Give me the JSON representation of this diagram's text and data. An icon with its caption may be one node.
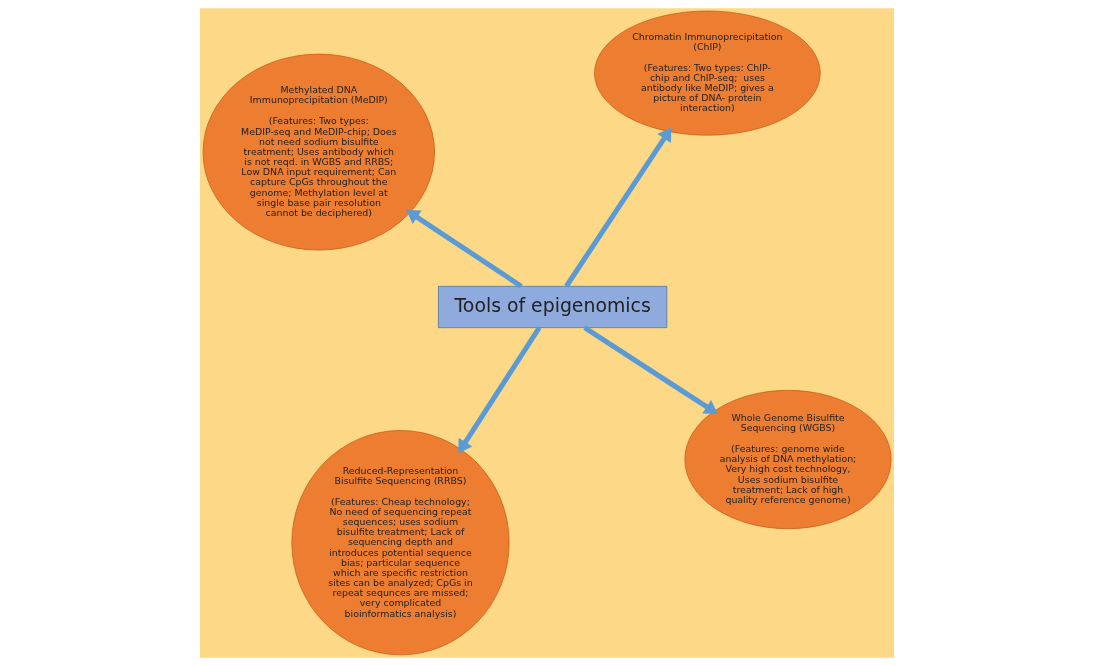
{
  "diagram": {
    "nodes": [
      {
        "text": [
          "Tools of epigenomics"
        ]
      },
      {
        "text": [
          "Whole Genome Bisulfite Sequencing (WGBS)",
          "(Features: genome wide analysis of DNA methylation; Very high cost technology, Uses sodium bisulfite treatment; Lack of high quality reference genome)"
        ]
      },
      {
        "text": [
          "Reduced-Representation Bisulfite Sequencing (RRBS)",
          "(Features: Cheap technology; No need of sequencing repeat sequences; uses sodium bisulfite treatment; Lack of sequencing depth and introduces potential sequence bias; particular sequence which are specific restriction sites can be analyzed; CpGs in repeat sequnces are missed; very complicated bioinformatics analysis)"
        ]
      },
      {
        "text": [
          "Methylated DNA Immunoprecipitation (MeDIP)",
          "(Features: Two types: MeDIP-seq and MeDIP-chip; Does not need sodium bisulfite treatment; Uses antibody which is not reqd. in WGBS and RRBS; Low DNA input requirement; Can capture CpGs throughout the genome; Methylation level at single base pair resolution cannot be deciphered)"
        ]
      },
      {
        "text": [
          "Chromatin Immunoprecipitation (ChIP)",
          "(Features: Two types: ChIP- chip and ChIP-seq;  uses antibody like MeDIP; gives a picture of DNA- protein interaction)"
        ]
      }
    ],
    "edges": [
      {
        "from": 0,
        "to": 1,
        "arrow": "to"
      },
      {
        "from": 0,
        "to": 2,
        "arrow": "to"
      },
      {
        "from": 0,
        "to": 3,
        "arrow": "to"
      },
      {
        "from": 0,
        "to": 4,
        "arrow": "to"
      }
    ]
  }
}
